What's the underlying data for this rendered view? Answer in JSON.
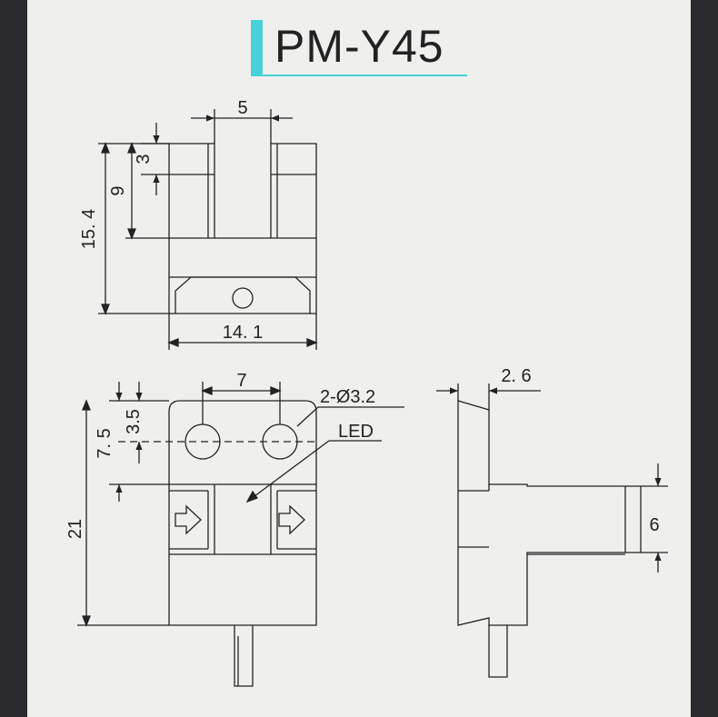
{
  "title": "PM-Y45",
  "colors": {
    "accent": "#46d2d8",
    "background": "#efefed",
    "frame": "#2a2a2e",
    "line": "#222222"
  },
  "front_view": {
    "gap_width": "5",
    "slot_depth": "3",
    "slot_height": "9",
    "total_height": "15. 4",
    "width": "14. 1"
  },
  "bottom_view": {
    "hole_spacing": "7",
    "holes": "2-Ø3.2",
    "hole_offset": "3.5",
    "hole_height": "7. 5",
    "led": "LED",
    "total_height": "21"
  },
  "side_view": {
    "thickness": "2. 6",
    "arm_height": "6"
  }
}
